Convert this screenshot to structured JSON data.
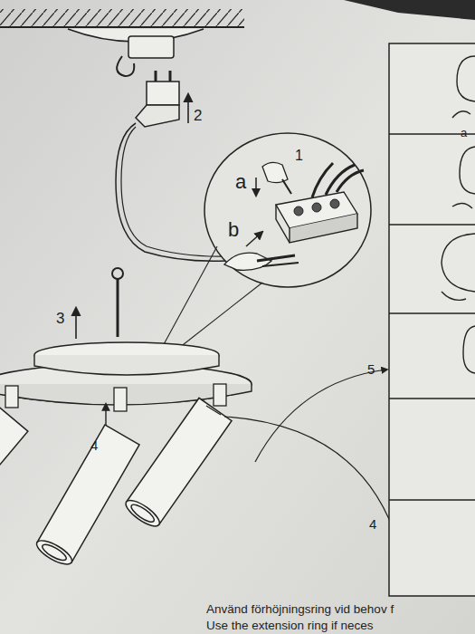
{
  "diagram": {
    "labels": [
      "2",
      "1",
      "a",
      "b",
      "3",
      "4",
      "5",
      "4",
      "a",
      "Använd förhöjningsring vid behov f",
      "Use the extension ring if neces"
    ]
  }
}
